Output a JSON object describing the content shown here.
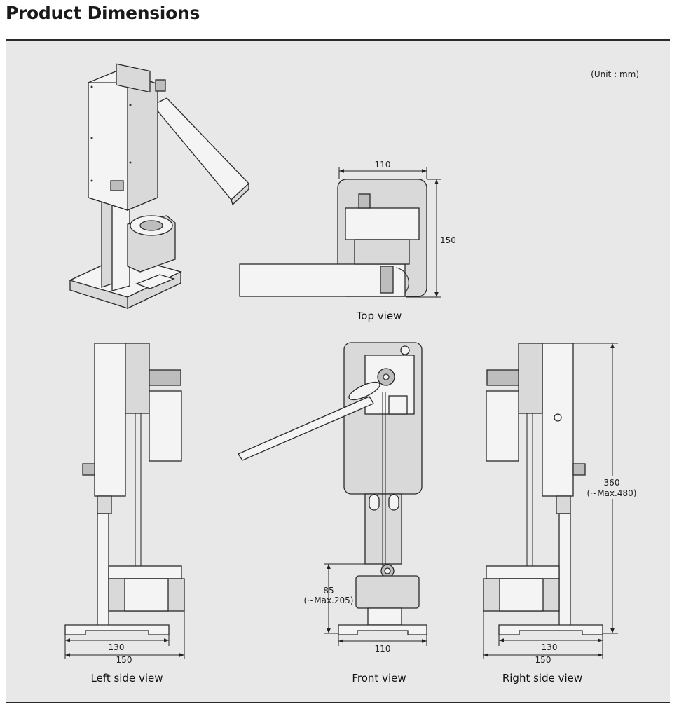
{
  "title": "Product Dimensions",
  "unit_note": "(Unit : mm)",
  "views": {
    "top": {
      "caption": "Top view",
      "width": "110",
      "depth": "150"
    },
    "left": {
      "caption": "Left side view",
      "base_inner": "130",
      "base_outer": "150"
    },
    "front": {
      "caption": "Front view",
      "stroke": "85",
      "stroke_max": "(~Max.205)",
      "base_width": "110"
    },
    "right": {
      "caption": "Right side view",
      "height": "360",
      "height_max": "(~Max.480)",
      "base_inner": "130",
      "base_outer": "150"
    }
  },
  "colors": {
    "panel_bg": "#e8e8e8",
    "line": "#222222",
    "part_fill": "#d9d9d9"
  }
}
